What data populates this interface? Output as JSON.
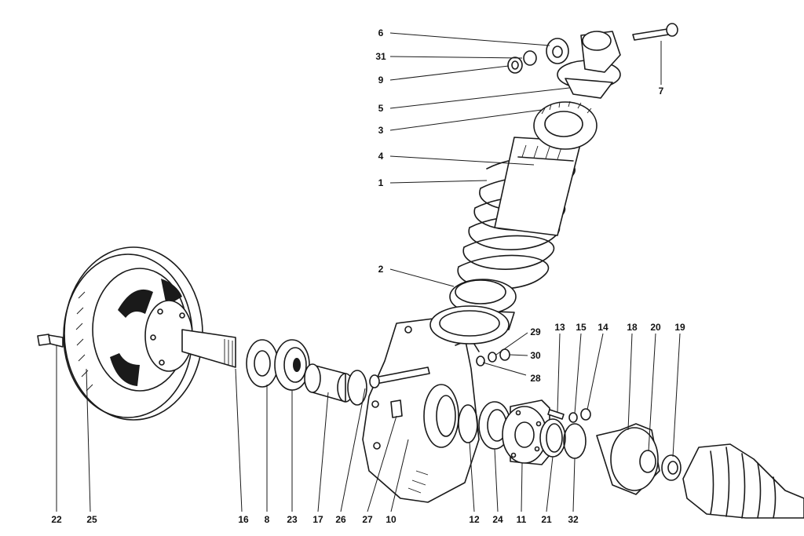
{
  "callouts": {
    "c1": "1",
    "c2": "2",
    "c3": "3",
    "c4": "4",
    "c5": "5",
    "c6": "6",
    "c7": "7",
    "c8": "8",
    "c9": "9",
    "c10": "10",
    "c11": "11",
    "c12": "12",
    "c13": "13",
    "c14": "14",
    "c15": "15",
    "c16": "16",
    "c17": "17",
    "c18": "18",
    "c19": "19",
    "c20": "20",
    "c21": "21",
    "c22": "22",
    "c23": "23",
    "c24": "24",
    "c25": "25",
    "c26": "26",
    "c27": "27",
    "c28": "28",
    "c29": "29",
    "c30": "30",
    "c31": "31",
    "c32": "32"
  },
  "colors": {
    "ink": "#1a1a1a",
    "paper": "#ffffff"
  }
}
